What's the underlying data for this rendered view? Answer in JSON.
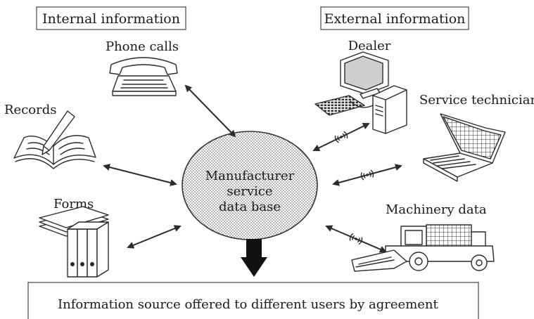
{
  "header": {
    "internal_label": "Internal information",
    "external_label": "External information"
  },
  "center": {
    "line1": "Manufacturer",
    "line2": "service",
    "line3": "data base"
  },
  "sources": {
    "phone_calls": "Phone calls",
    "records": "Records",
    "forms": "Forms",
    "dealer": "Dealer",
    "service_technician": "Service technician",
    "machinery_data": "Machinery data"
  },
  "footer": {
    "text": "Information source offered to different users by agreement"
  }
}
